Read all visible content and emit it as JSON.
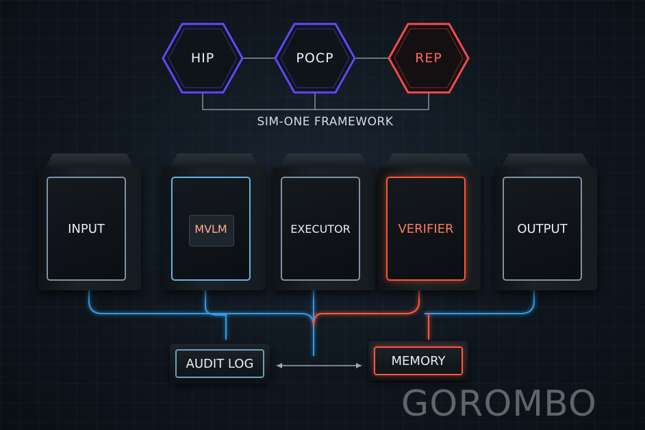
{
  "framework": {
    "title": "SIM-ONE FRAMEWORK",
    "protocols": [
      {
        "label": "HIP",
        "color": "#5b4bff"
      },
      {
        "label": "POCP",
        "color": "#5b4bff"
      },
      {
        "label": "REP",
        "color": "#ff4a4a"
      }
    ]
  },
  "pipeline": [
    {
      "label": "INPUT",
      "color": "#7f93a6"
    },
    {
      "label": "MVLM",
      "color": "#5fb7e6"
    },
    {
      "label": "EXECUTOR",
      "color": "#7f93a6"
    },
    {
      "label": "VERIFIER",
      "color": "#ff5533"
    },
    {
      "label": "OUTPUT",
      "color": "#7f93a6"
    }
  ],
  "storage": {
    "audit_log": {
      "label": "AUDIT LOG",
      "color": "#6fa0bf"
    },
    "memory": {
      "label": "MEMORY",
      "color": "#ff5544"
    }
  },
  "watermark": "GOROMBO",
  "colors": {
    "blue_glow": "#38a8ff",
    "teal_glow": "#28d8b0",
    "orange_glow": "#ff8a2a",
    "red_glow": "#ff3a3a"
  }
}
